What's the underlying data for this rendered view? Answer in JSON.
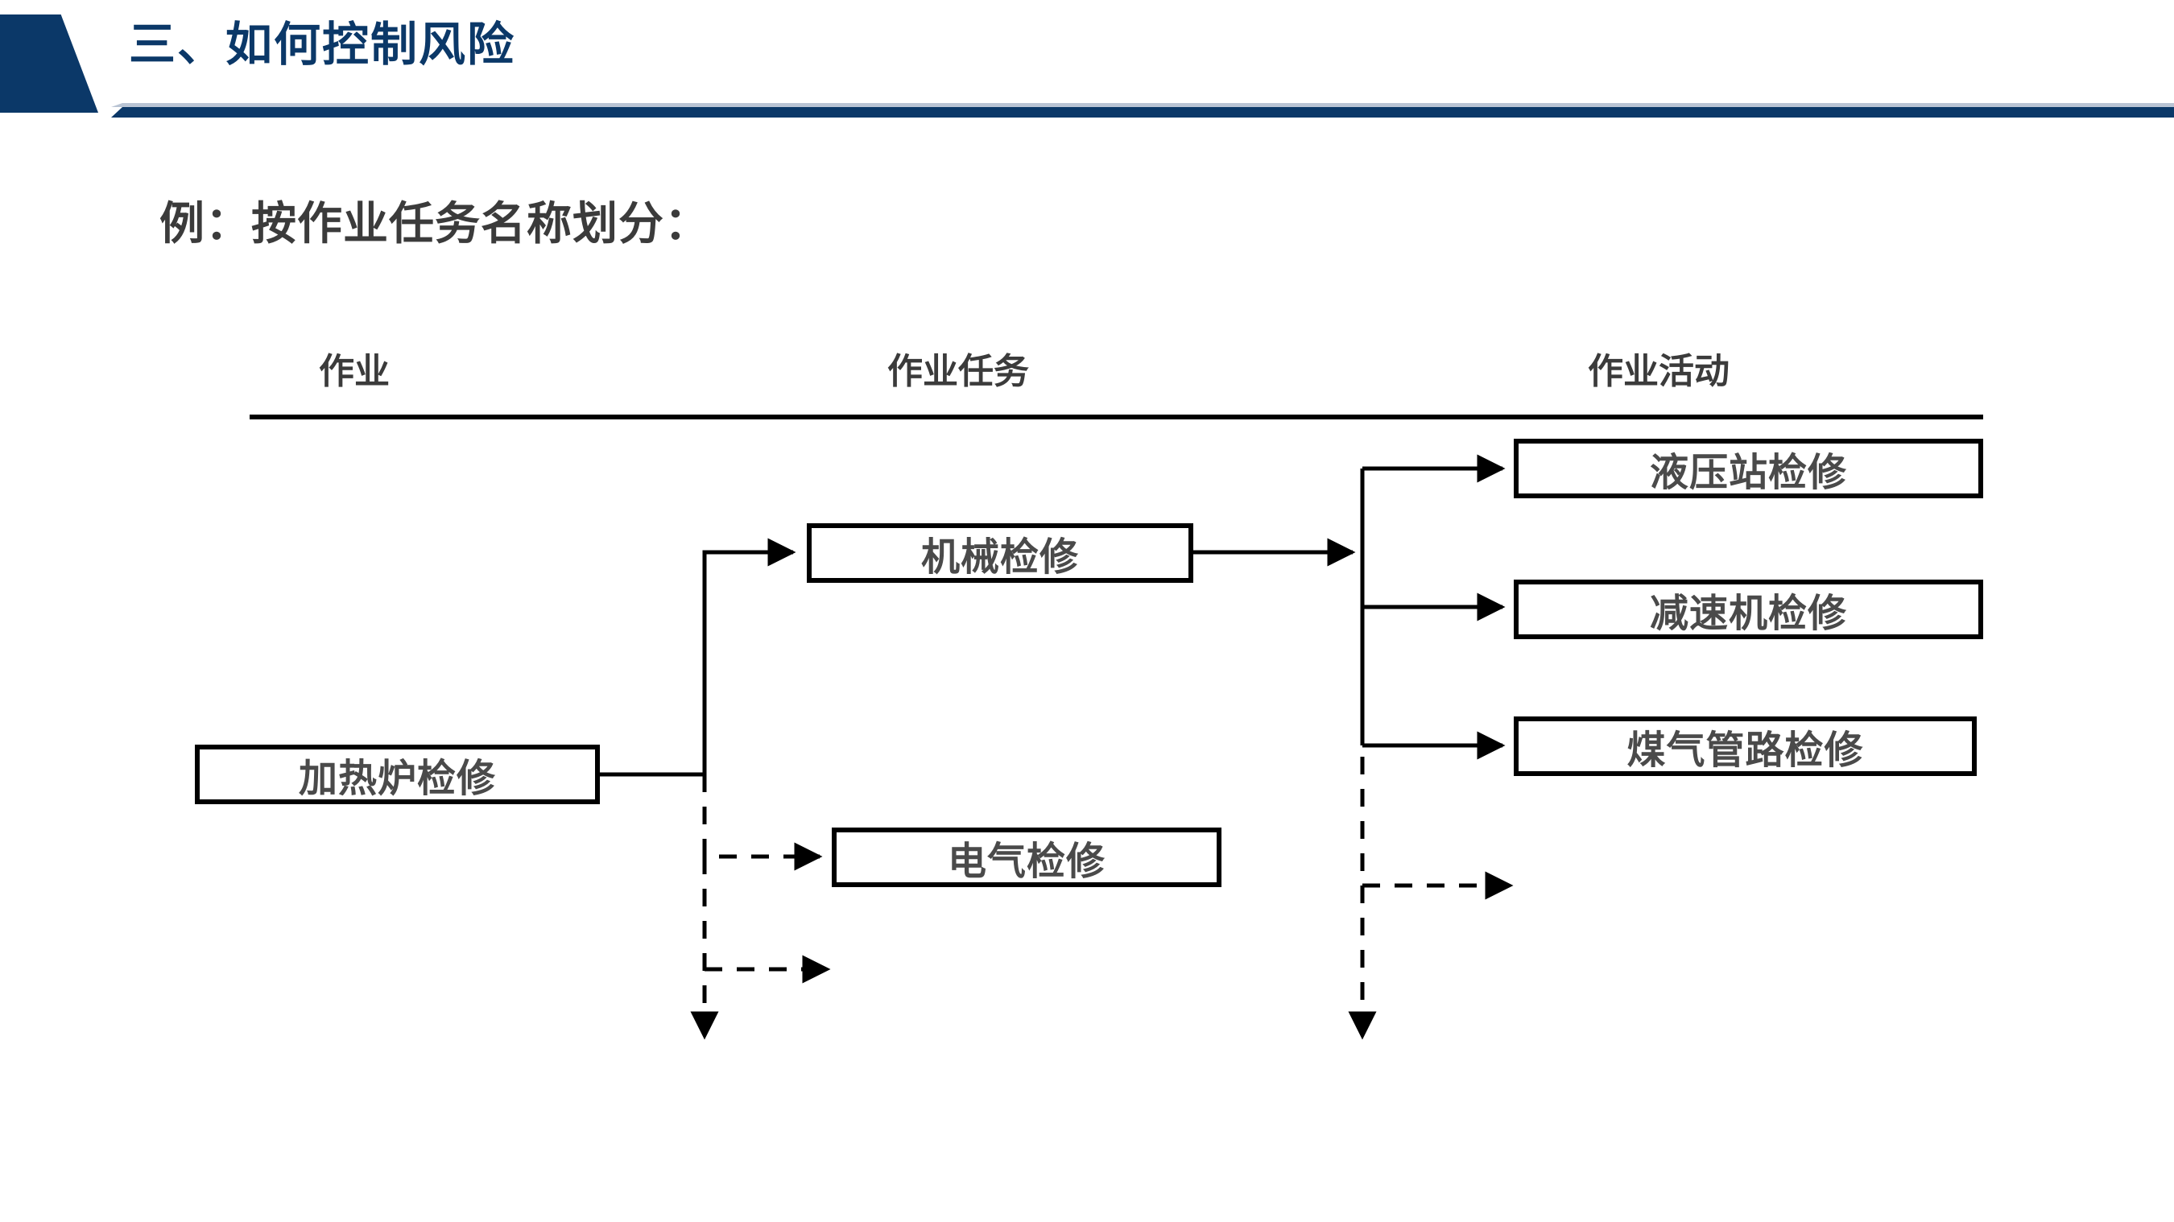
{
  "header": {
    "title": "三、如何控制风险",
    "accent_color": "#0b3868"
  },
  "subtitle": "例：按作业任务名称划分：",
  "columns": [
    {
      "label": "作业"
    },
    {
      "label": "作业任务"
    },
    {
      "label": "作业活动"
    }
  ],
  "diagram": {
    "text_color": "#4a4a4a",
    "line_color": "#000000",
    "nodes": {
      "heat": {
        "label": "加热炉检修",
        "column": "作业"
      },
      "mech": {
        "label": "机械检修",
        "column": "作业任务"
      },
      "elec": {
        "label": "电气检修",
        "column": "作业任务"
      },
      "hyd": {
        "label": "液压站检修",
        "column": "作业活动"
      },
      "gear": {
        "label": "减速机检修",
        "column": "作业活动"
      },
      "gas": {
        "label": "煤气管路检修",
        "column": "作业活动"
      }
    },
    "edges": [
      {
        "from": "heat",
        "to": "mech",
        "style": "solid"
      },
      {
        "from": "heat",
        "to": "elec",
        "style": "dashed"
      },
      {
        "from": "heat",
        "to": "",
        "style": "dashed"
      },
      {
        "from": "mech",
        "to": "hyd",
        "style": "solid"
      },
      {
        "from": "mech",
        "to": "gear",
        "style": "solid"
      },
      {
        "from": "mech",
        "to": "gas",
        "style": "solid"
      },
      {
        "from": "mech",
        "to": "",
        "style": "dashed"
      }
    ]
  }
}
